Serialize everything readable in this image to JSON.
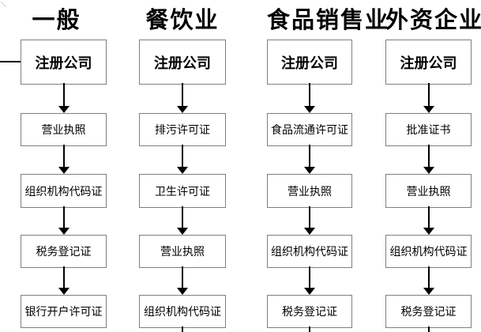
{
  "colors": {
    "background": "#ffffff",
    "box_border": "#7f7f7f",
    "box_fill": "#ffffff",
    "line": "#000000",
    "text": "#000000"
  },
  "columns": [
    {
      "header": "一般",
      "steps": [
        "注册公司",
        "营业执照",
        "组织机构代码证",
        "税务登记证",
        "银行开户许可证"
      ]
    },
    {
      "header": "餐饮业",
      "steps": [
        "注册公司",
        "排污许可证",
        "卫生许可证",
        "营业执照",
        "组织机构代码证"
      ]
    },
    {
      "header": "食品销售业",
      "steps": [
        "注册公司",
        "食品流通许可证",
        "营业执照",
        "组织机构代码证",
        "税务登记证"
      ]
    },
    {
      "header": "外资企业",
      "steps": [
        "注册公司",
        "批准证书",
        "营业执照",
        "组织机构代码证",
        "税务登记证"
      ]
    }
  ]
}
